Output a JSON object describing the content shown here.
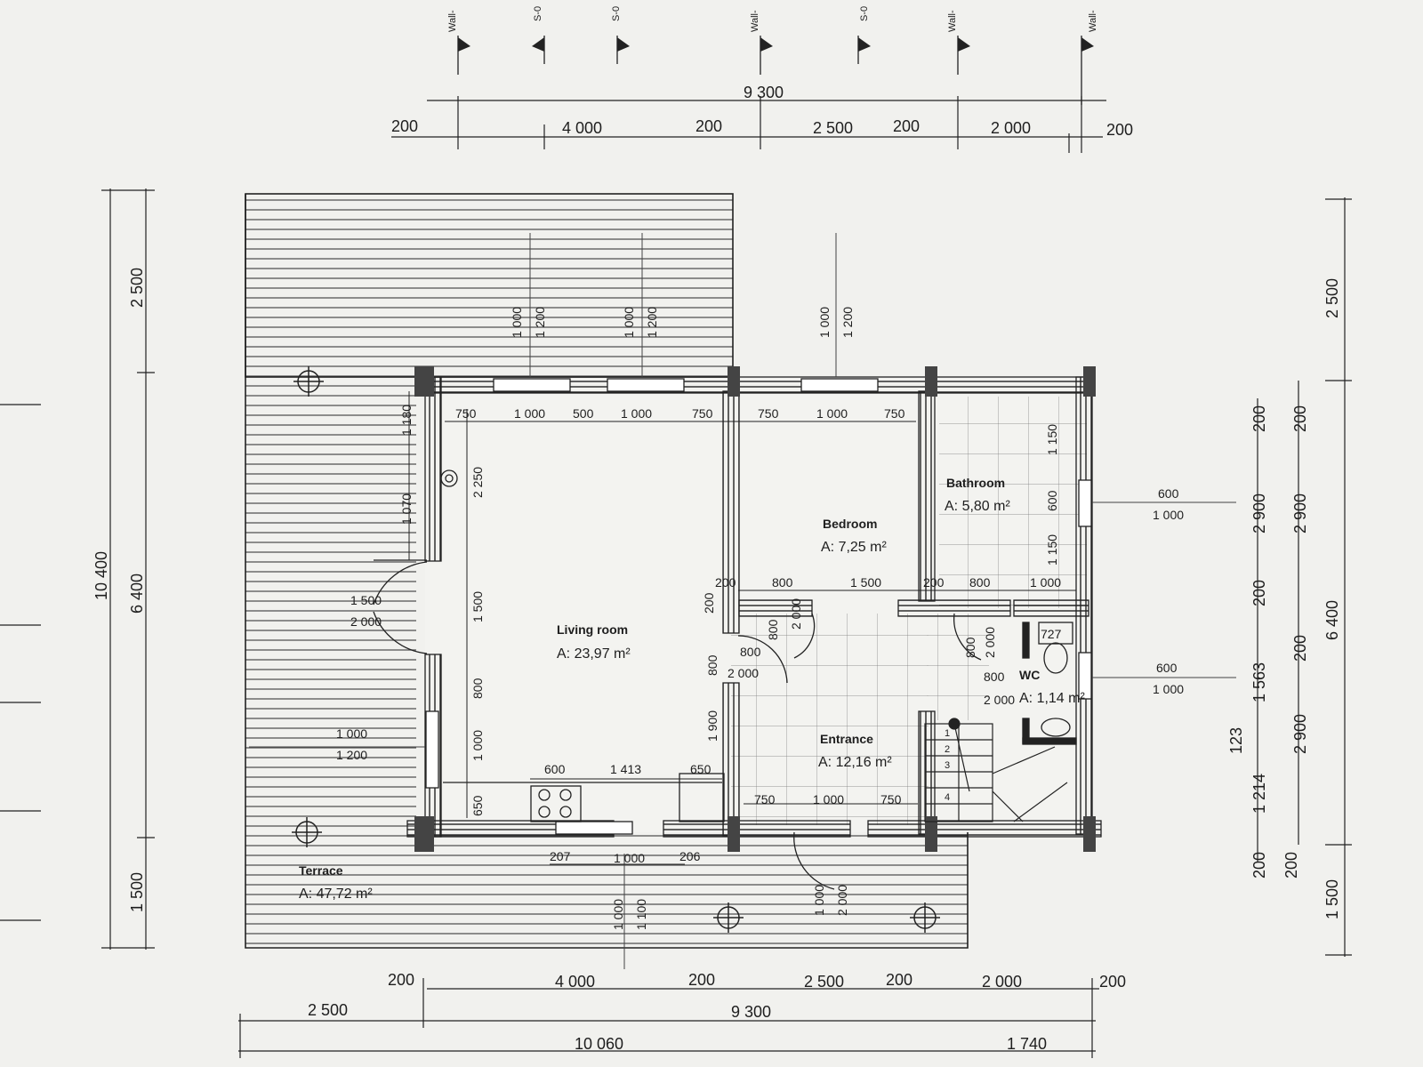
{
  "top_tags": [
    "Wall-",
    "S-0",
    "S-0",
    "Wall-",
    "S-0",
    "Wall-",
    "Wall-"
  ],
  "top_dims": {
    "total": "9 300",
    "segments": [
      "200",
      "4 000",
      "200",
      "2 500",
      "200",
      "2 000",
      "200"
    ]
  },
  "bottom_dims": {
    "row1": [
      "200",
      "4 000",
      "200",
      "2 500",
      "200",
      "2 000",
      "200"
    ],
    "row2": [
      "2 500",
      "9 300"
    ],
    "row3": [
      "10 060",
      "1 740"
    ]
  },
  "left_dims": {
    "outer": "10 400",
    "segments": [
      "2 500",
      "6 400",
      "1 500"
    ]
  },
  "right_dims": {
    "col_a": [
      "200",
      "2 900",
      "200",
      "1 563",
      "123",
      "1 214",
      "200"
    ],
    "col_b": [
      "200",
      "2 900",
      "200",
      "2 900",
      "200"
    ],
    "col_c": [
      "2 500",
      "6 400",
      "1 500"
    ]
  },
  "rooms": {
    "living": {
      "name": "Living room",
      "area": "A: 23,97 m²"
    },
    "bedroom": {
      "name": "Bedroom",
      "area": "A: 7,25 m²"
    },
    "bathroom": {
      "name": "Bathroom",
      "area": "A: 5,80 m²"
    },
    "wc": {
      "name": "WC",
      "area": "A: 1,14 m²"
    },
    "entrance": {
      "name": "Entrance",
      "area": "A: 12,16 m²"
    },
    "terrace": {
      "name": "Terrace",
      "area": "A: 47,72 m²"
    }
  },
  "interior_dims": {
    "top_windows": [
      "750",
      "1 000",
      "500",
      "1 000",
      "750",
      "750",
      "1 000",
      "750"
    ],
    "bedroom_bottom": [
      "200",
      "800",
      "1 500",
      "200",
      "800",
      "1 000"
    ],
    "kitchen": [
      "600",
      "1 413",
      "650"
    ],
    "entrance_bottom": [
      "750",
      "1 000",
      "750"
    ],
    "living_bottom": [
      "207",
      "1 000",
      "206"
    ],
    "living_left": [
      "1 180",
      "1 070",
      "1 500",
      "2 000",
      "1 000",
      "1 200"
    ],
    "living_inner_left": [
      "2 250",
      "1 500",
      "800",
      "1 000",
      "650"
    ],
    "hall_door": [
      "200",
      "800",
      "2 000",
      "800",
      "800",
      "2 000",
      "1 900"
    ],
    "bath_right": [
      "1 150",
      "600",
      "1 150"
    ],
    "bath_window": [
      "600",
      "1 000"
    ],
    "wc_window": [
      "600",
      "1 000"
    ],
    "wc_door": [
      "800",
      "2 000",
      "800",
      "2 000"
    ],
    "wc_number": "727",
    "window_heights": [
      "1 000",
      "1 200",
      "1 000",
      "1 200",
      "1 000",
      "1 200"
    ],
    "entry_door": [
      "1 000",
      "2 000"
    ],
    "south_window": [
      "1 000",
      "1 100"
    ],
    "stair_numbers": [
      "1",
      "2",
      "3",
      "4"
    ]
  }
}
